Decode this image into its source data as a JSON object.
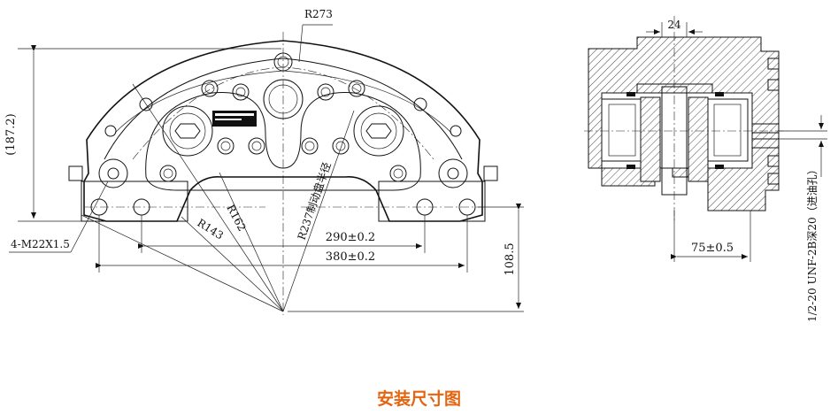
{
  "caption": {
    "text": "安装尺寸图",
    "color": "#e4640f"
  },
  "front_view": {
    "r273": "R273",
    "height_187": "(187.2)",
    "r162": "R162",
    "r143": "R143",
    "r237": "R237制动盘半径",
    "d290": "290±0.2",
    "d380": "380±0.2",
    "d108": "108.5",
    "thread": "4-M22X1.5"
  },
  "side_view": {
    "d24": "24",
    "d75": "75±0.5",
    "port": "1/2-20 UNF-2B深20（进油孔）"
  }
}
